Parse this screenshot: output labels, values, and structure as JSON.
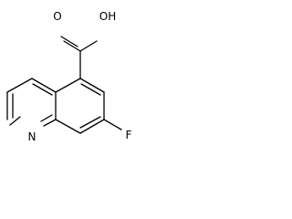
{
  "molecule": {
    "atom_labels": {
      "hydroxyl": "OH",
      "carbonyl_oxygen": "O",
      "ring_nitrogen": "N",
      "fluorine": "F"
    }
  }
}
